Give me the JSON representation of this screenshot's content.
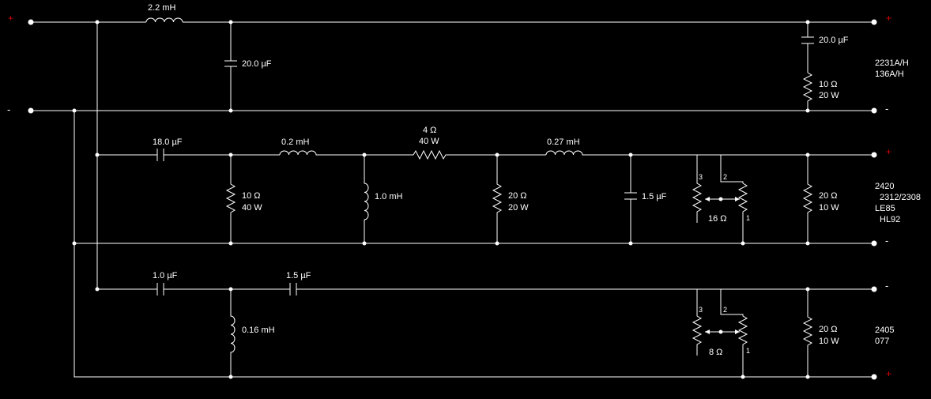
{
  "input": {
    "plus": "+",
    "minus": "-"
  },
  "hf": {
    "l1": "2.2 mH",
    "c1": "20.0 µF",
    "c2": "20.0 µF",
    "r1": [
      "10 Ω",
      "20 W"
    ],
    "driver": [
      "2231A/H",
      "136A/H"
    ],
    "out_plus": "+",
    "out_minus": "-"
  },
  "mid": {
    "c1": "18.0 µF",
    "r1": [
      "10 Ω",
      "40 W"
    ],
    "l1": "0.2 mH",
    "l2": "1.0 mH",
    "r2": [
      "4 Ω",
      "40 W"
    ],
    "r3": [
      "20 Ω",
      "20 W"
    ],
    "l3": "0.27 mH",
    "c2": "1.5 µF",
    "pot": {
      "value": "16 Ω",
      "pin3": "3",
      "pin2": "2",
      "pin1": "1"
    },
    "r4": [
      "20 Ω",
      "10 W"
    ],
    "driver": [
      "2420",
      "2312/2308",
      "LE85",
      "HL92"
    ],
    "out_plus": "+",
    "out_minus": "-"
  },
  "low": {
    "c1": "1.0 µF",
    "c2": "1.5 µF",
    "l1": "0.16 mH",
    "pot": {
      "value": "8 Ω",
      "pin3": "3",
      "pin2": "2",
      "pin1": "1"
    },
    "r1": [
      "20 Ω",
      "10 W"
    ],
    "driver": [
      "2405",
      "077"
    ],
    "out_top": "-",
    "out_bottom": "+"
  },
  "colors": {
    "background": "#000000",
    "wire": "#ffffff",
    "polarity": "#e00000"
  }
}
